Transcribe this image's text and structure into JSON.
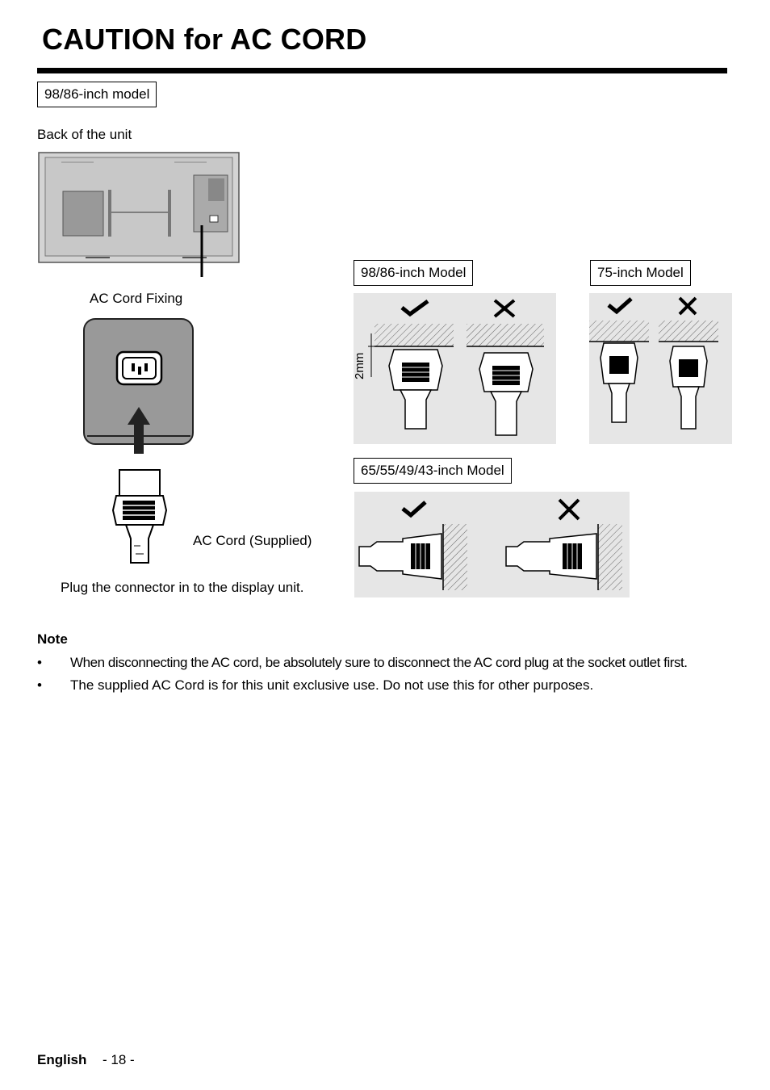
{
  "title": "CAUTION for AC CORD",
  "model_box_main": "98/86-inch model",
  "back_of_unit": "Back of the unit",
  "ac_cord_fixing": "AC Cord Fixing",
  "ac_cord_supplied": "AC Cord (Supplied)",
  "plug_instruction": "Plug the connector in to the display unit.",
  "model_98_86": "98/86-inch Model",
  "model_75": "75-inch Model",
  "model_65_43": "65/55/49/43-inch Model",
  "dim_label": "2mm",
  "note": {
    "heading": "Note",
    "bullet_char": "•",
    "items": [
      "When disconnecting the AC cord, be absolutely sure to disconnect the AC cord plug at the socket outlet first.",
      "The supplied AC Cord is for this unit exclusive use. Do not use this for other purposes."
    ]
  },
  "footer": {
    "language": "English",
    "page": "- 18 -"
  },
  "icons": {
    "correct": "check-icon",
    "incorrect": "cross-icon"
  }
}
